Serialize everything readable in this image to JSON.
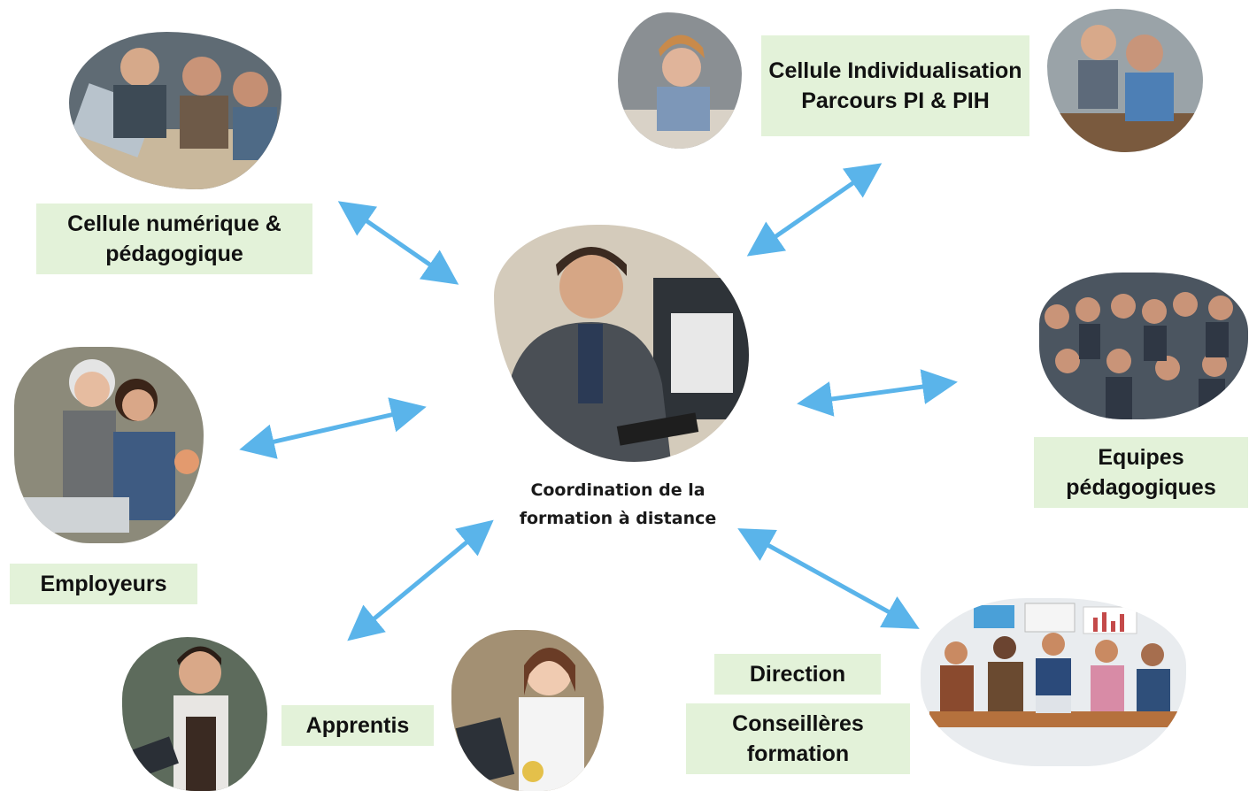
{
  "center": {
    "caption_line1": "Coordination de la",
    "caption_line2": "formation à distance"
  },
  "labels": {
    "cellule_numerique": "Cellule numérique & pédagogique",
    "cellule_individualisation": "Cellule Individualisation Parcours PI & PIH",
    "equipes": "Equipes pédagogiques",
    "employeurs": "Employeurs",
    "apprentis": "Apprentis",
    "direction": "Direction",
    "conseilleres": "Conseillères formation"
  },
  "colors": {
    "arrow": "#5ab4ea",
    "label_bg": "#e3f2d9"
  },
  "icons": [
    "photo-team-laptop",
    "photo-woman-writing",
    "photo-two-people-computer",
    "photo-coordinator-phone",
    "photo-group-team",
    "photo-employers-women",
    "photo-apprentice-waiter",
    "photo-apprentice-waitress",
    "illustration-meeting-table"
  ]
}
